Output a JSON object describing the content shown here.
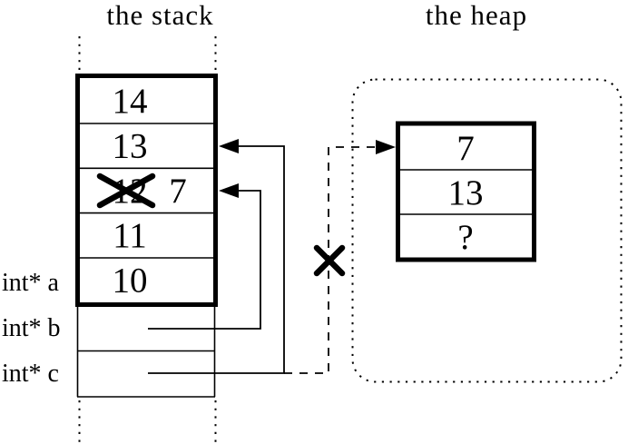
{
  "colors": {
    "ink": "#000000",
    "background": "#ffffff"
  },
  "stack": {
    "title": "the stack",
    "cells": [
      {
        "value": "14"
      },
      {
        "value": "13"
      },
      {
        "value": "12",
        "new_value": "7",
        "crossed_out": true
      },
      {
        "value": "11"
      },
      {
        "value": "10"
      }
    ],
    "pointer_labels": [
      {
        "label": "int* a"
      },
      {
        "label": "int* b"
      },
      {
        "label": "int* c"
      }
    ]
  },
  "heap": {
    "title": "the heap",
    "cells": [
      {
        "value": "7"
      },
      {
        "value": "13"
      },
      {
        "value": "?"
      }
    ]
  }
}
